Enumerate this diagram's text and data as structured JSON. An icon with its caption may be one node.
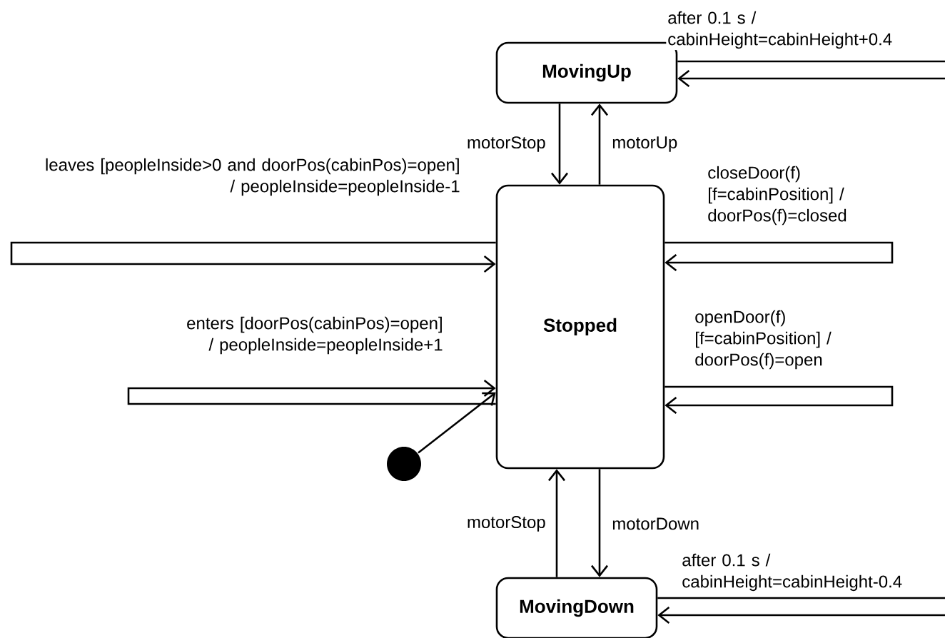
{
  "diagram": {
    "nodes": [
      {
        "text": [
          "MovingUp"
        ]
      },
      {
        "text": [
          "Stopped"
        ]
      },
      {
        "text": [
          "MovingDown"
        ]
      },
      {
        "text": [],
        "shape": "circle"
      }
    ],
    "edges": [
      {
        "from": 0,
        "to": 1,
        "arrow": "to",
        "label": "motorStop"
      },
      {
        "from": 1,
        "to": 0,
        "arrow": "to",
        "label": "motorUp"
      },
      {
        "from": 0,
        "to": 0,
        "arrow": "to",
        "label": "after 0.1 s / cabinHeight=cabinHeight+0.4"
      },
      {
        "from": 1,
        "to": 1,
        "arrow": "to",
        "label": "leaves [peopleInside>0 and doorPos(cabinPos)=open] / peopleInside=peopleInside-1"
      },
      {
        "from": 1,
        "to": 1,
        "arrow": "to",
        "label": "closeDoor(f) [f=cabinPosition] / doorPos(f)=closed"
      },
      {
        "from": 1,
        "to": 1,
        "arrow": "to",
        "label": "enters [doorPos(cabinPos)=open] / peopleInside=peopleInside+1"
      },
      {
        "from": 1,
        "to": 1,
        "arrow": "to",
        "label": "openDoor(f) [f=cabinPosition] / doorPos(f)=open"
      },
      {
        "from": 3,
        "to": 1,
        "arrow": "to"
      },
      {
        "from": 2,
        "to": 1,
        "arrow": "to",
        "label": "motorStop"
      },
      {
        "from": 1,
        "to": 2,
        "arrow": "to",
        "label": "motorDown"
      },
      {
        "from": 2,
        "to": 2,
        "arrow": "to",
        "label": "after 0.1 s / cabinHeight=cabinHeight-0.4"
      }
    ]
  }
}
